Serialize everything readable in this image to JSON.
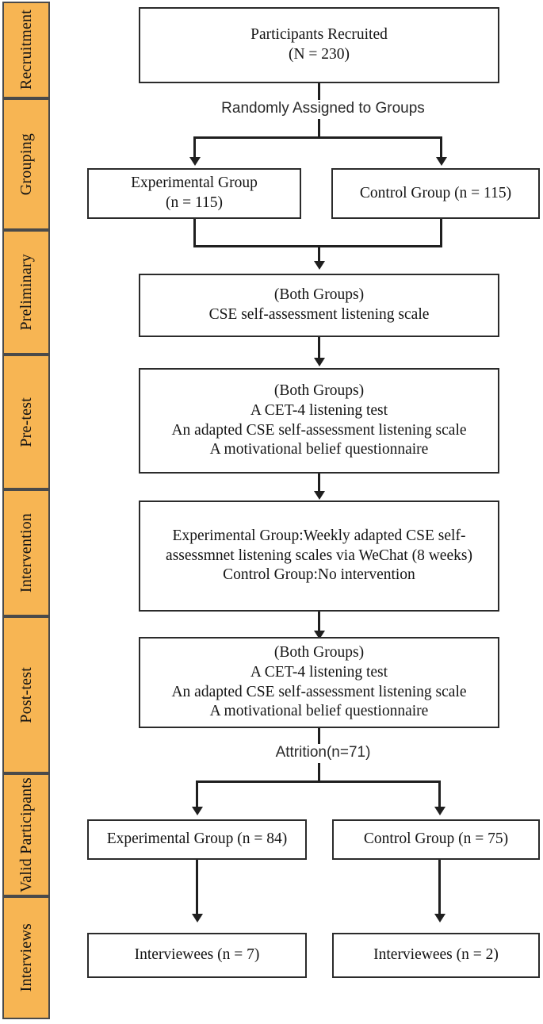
{
  "figure": {
    "type": "flowchart",
    "orientation": "top-to-bottom",
    "background_color": "#ffffff",
    "box_border_color": "#2b2b2b",
    "connector_color": "#1f1f1f",
    "stage_fill_color": "#F7B553",
    "stage_border_color": "#4a4a4a"
  },
  "stages": [
    {
      "label": "Recruitment"
    },
    {
      "label": "Grouping"
    },
    {
      "label": "Preliminary"
    },
    {
      "label": "Pre-test"
    },
    {
      "label": "Intervention"
    },
    {
      "label": "Post-test"
    },
    {
      "label": "Valid Participants"
    },
    {
      "label": "Interviews"
    }
  ],
  "nodes": {
    "recruited": "Participants Recruited\n(N = 230)",
    "experimental_baseline": "Experimental Group\n(n = 115)",
    "control_baseline": "Control Group (n = 115)",
    "preliminary": "(Both Groups)\nCSE self-assessment listening scale",
    "pretest": "(Both Groups)\nA CET-4 listening test\nAn adapted CSE self-assessment listening scale\nA motivational belief questionnaire",
    "intervention": "Experimental Group:Weekly adapted CSE self-assessmnet listening scales via WeChat (8 weeks)\nControl Group:No intervention",
    "posttest": "(Both Groups)\nA CET-4 listening test\nAn adapted CSE self-assessment listening scale\nA motivational belief questionnaire",
    "experimental_valid": "Experimental Group (n = 84)",
    "control_valid": "Control Group (n = 75)",
    "interviewees_experimental": "Interviewees  (n = 7)",
    "interviewees_control": "Interviewees (n = 2)"
  },
  "connector_labels": {
    "randomization": "Randomly Assigned to Groups",
    "attrition": "Attrition(n=71)"
  },
  "counts": {
    "total_recruited": 230,
    "experimental_baseline": 115,
    "control_baseline": 115,
    "attrition": 71,
    "experimental_valid": 84,
    "control_valid": 75,
    "interviewees_experimental": 7,
    "interviewees_control": 2
  }
}
